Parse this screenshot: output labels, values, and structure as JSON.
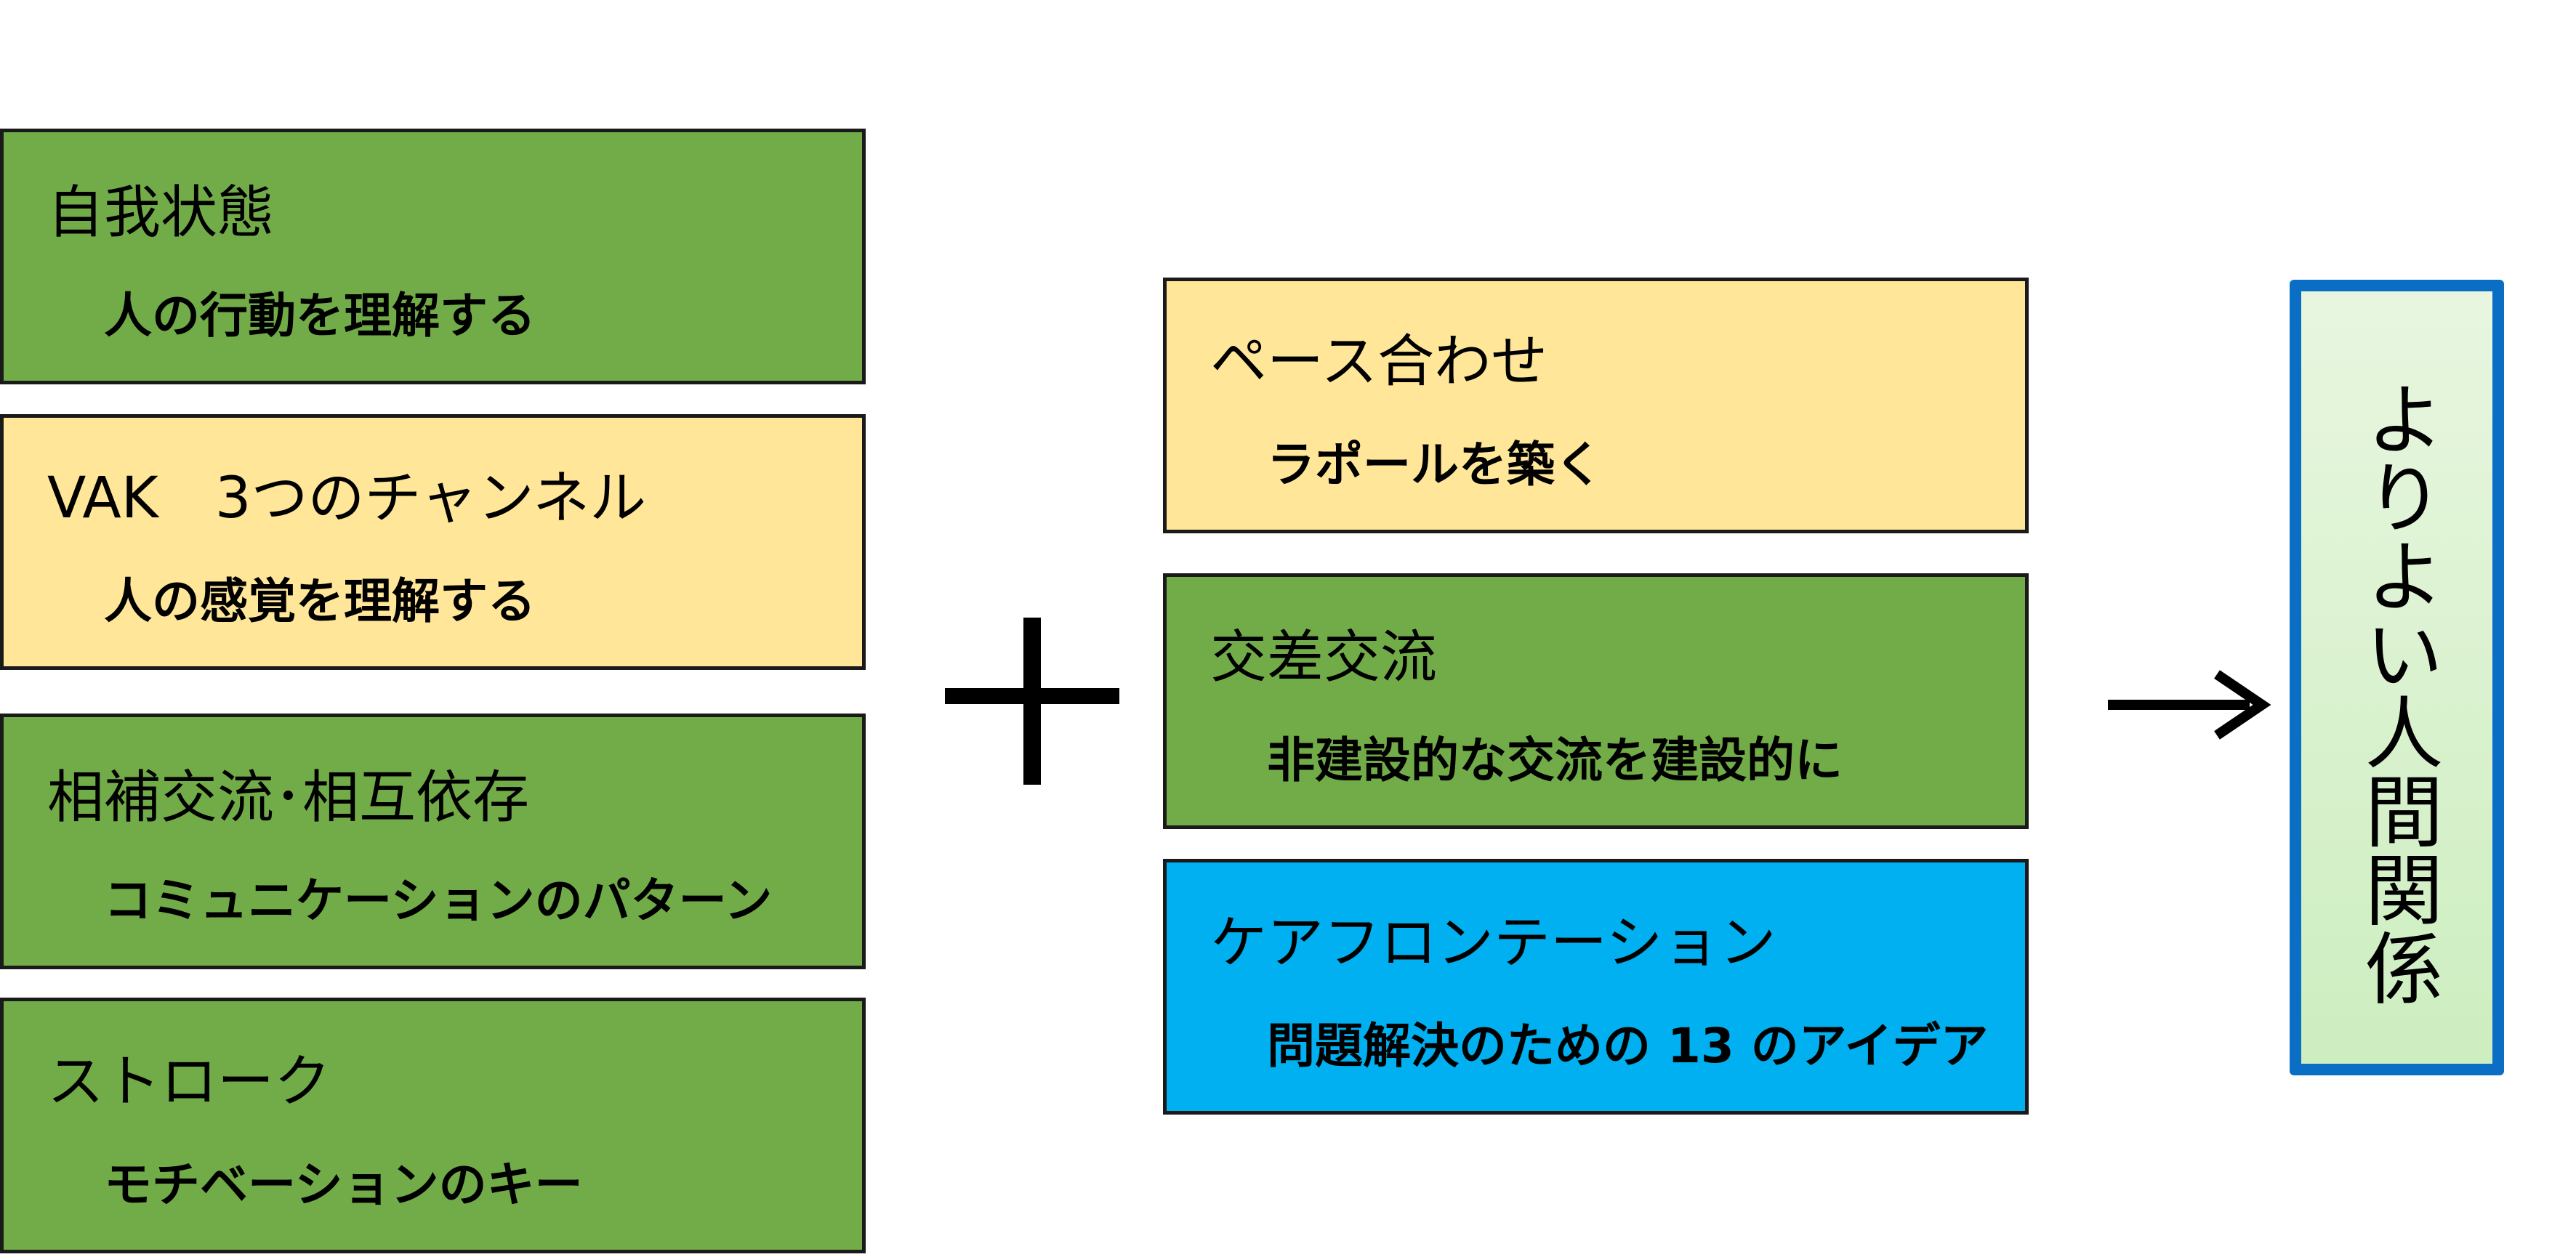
{
  "left_boxes": [
    {
      "title": "自我状態",
      "subtitle": "人の行動を理解する",
      "color": "#72ac48"
    },
    {
      "title": "VAK　3つのチャンネル",
      "subtitle": "人の感覚を理解する",
      "color": "#ffe699"
    },
    {
      "title": "相補交流･相互依存",
      "subtitle": "コミュニケーションのパターン",
      "color": "#72ac48"
    },
    {
      "title": "ストローク",
      "subtitle": "モチベーションのキー",
      "color": "#72ac48"
    }
  ],
  "right_boxes": [
    {
      "title": "ペース合わせ",
      "subtitle": "ラポールを築く",
      "color": "#ffe699"
    },
    {
      "title": "交差交流",
      "subtitle": "非建設的な交流を建設的に",
      "color": "#72ac48"
    },
    {
      "title": "ケアフロンテーション",
      "subtitle": "問題解決のための 13 のアイデア",
      "color": "#00b0f0"
    }
  ],
  "result": {
    "label": "よりよい人間関係",
    "border_color": "#0a6fc4"
  },
  "connectors": {
    "plus_icon": "plus-icon",
    "arrow_icon": "arrow-right-icon"
  }
}
